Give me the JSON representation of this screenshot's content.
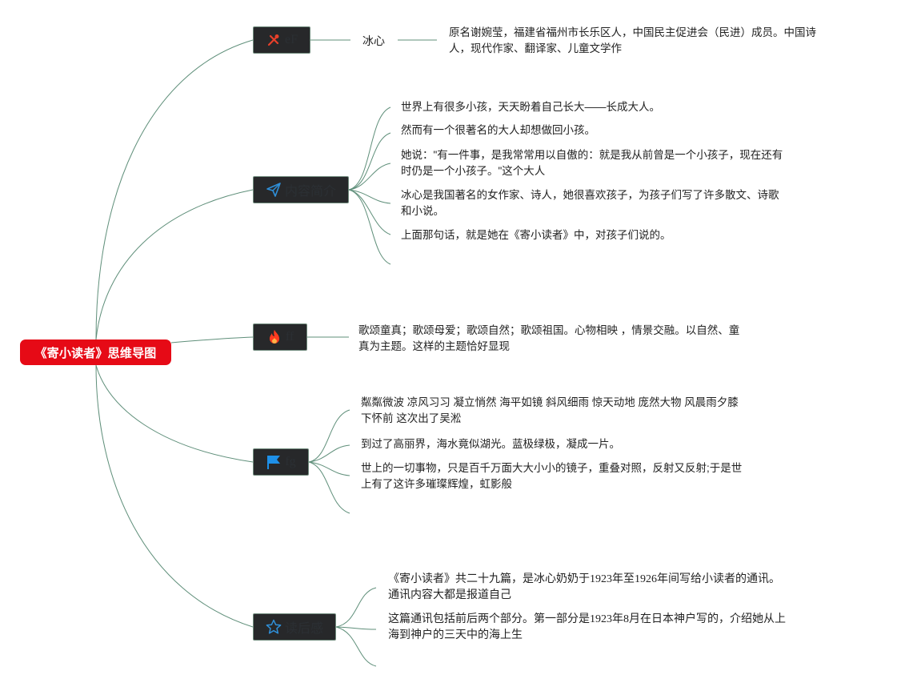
{
  "root": {
    "label": "《寄小读者》思维导图"
  },
  "branches": {
    "b1": {
      "label": "eF",
      "icon": "tools-icon",
      "sub": "冰心",
      "sub_detail": [
        "原名谢婉莹，福建省福州市长乐区人，中国民主促进会（民进）成员。中国诗",
        "人，现代作家、翻译家、儿童文学作"
      ]
    },
    "b2": {
      "label": "内容简介",
      "icon": "paper-plane-icon",
      "items": [
        [
          "世界上有很多小孩，天天盼着自己长大——长成大人。"
        ],
        [
          "然而有一个很著名的大人却想做回小孩。"
        ],
        [
          "她说：\"有一件事，是我常常用以自傲的：就是我从前曾是一个小孩子，现在还有",
          "时仍是一个小孩子。\"这个大人"
        ],
        [
          "冰心是我国著名的女作家、诗人，她很喜欢孩子，为孩子们写了许多散文、诗歌",
          "和小说。"
        ],
        [
          "上面那句话，就是她在《寄小读者》中，对孩子们说的。"
        ]
      ]
    },
    "b3": {
      "label": "ff",
      "icon": "fire-icon",
      "items": [
        [
          "歌颂童真；歌颂母爱；歌颂自然；歌颂祖国。心物相映 ，情景交融。以自然、童",
          "真为主题。这样的主题恰好显现"
        ]
      ]
    },
    "b4": {
      "label": "fg",
      "icon": "flag-icon",
      "items": [
        [
          "粼粼微波 凉风习习 凝立悄然 海平如镜 斜风细雨 惊天动地 庞然大物 风晨雨夕膝",
          "下怀前 这次出了吴淞"
        ],
        [
          "到过了高丽界，海水竟似湖光。蓝极绿极，凝成一片。"
        ],
        [
          "世上的一切事物，只是百千万面大大小小的镜子，重叠对照，反射又反射;于是世",
          "上有了这许多璀璨辉煌，虹影般"
        ]
      ]
    },
    "b5": {
      "label": "读后感",
      "icon": "star-icon",
      "items": [
        [
          "《寄小读者》共二十九篇，是冰心奶奶于1923年至1926年间写给小读者的通讯。",
          "通讯内容大都是报道自己"
        ],
        [
          "这篇通讯包括前后两个部分。第一部分是1923年8月在日本神户写的，介绍她从上",
          "海到神户的三天中的海上生"
        ]
      ]
    }
  },
  "colors": {
    "root_fill": "#e60a16",
    "node_fill": "#27282a",
    "edge": "#5f8f7a",
    "tools_icon": "#e8402a",
    "plane_icon": "#2f8fd8",
    "fire_icon": "#ff3b1f",
    "flag_icon": "#1e90e8",
    "star_icon": "#2f8fd8"
  }
}
